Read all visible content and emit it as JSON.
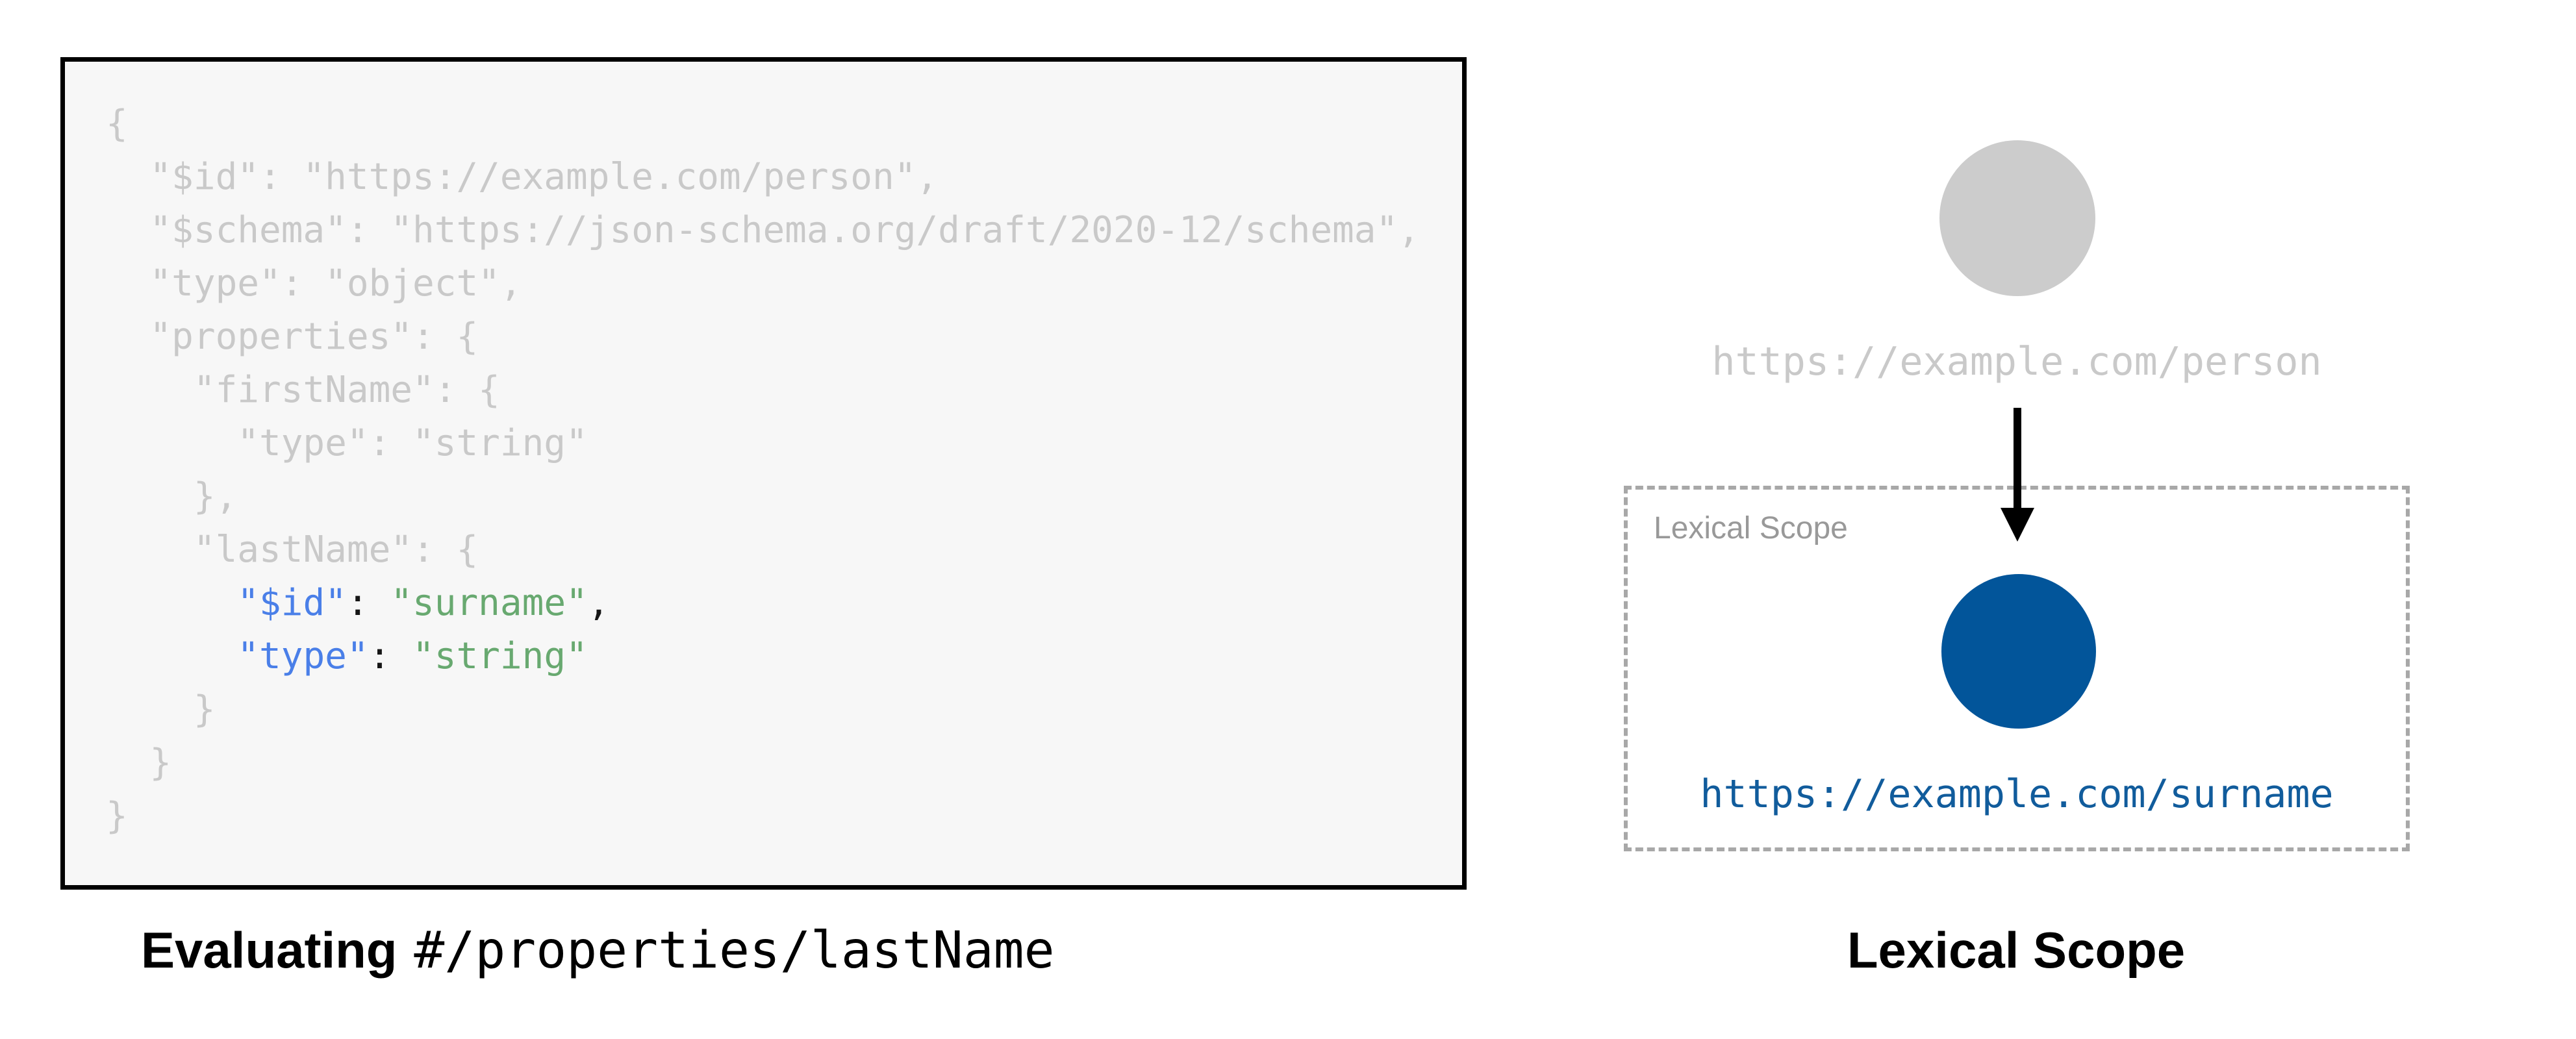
{
  "left_panel": {
    "code_lines": [
      [
        {
          "t": "{",
          "c": "gray"
        }
      ],
      [
        {
          "t": "  \"$id\": \"https://example.com/person\",",
          "c": "gray"
        }
      ],
      [
        {
          "t": "  \"$schema\": \"https://json-schema.org/draft/2020-12/schema\",",
          "c": "gray"
        }
      ],
      [
        {
          "t": "  \"type\": \"object\",",
          "c": "gray"
        }
      ],
      [
        {
          "t": "  \"properties\": {",
          "c": "gray"
        }
      ],
      [
        {
          "t": "    \"firstName\": {",
          "c": "gray"
        }
      ],
      [
        {
          "t": "      \"type\": \"string\"",
          "c": "gray"
        }
      ],
      [
        {
          "t": "    },",
          "c": "gray"
        }
      ],
      [
        {
          "t": "    \"lastName\": {",
          "c": "gray"
        }
      ],
      [
        {
          "t": "      ",
          "c": "gray"
        },
        {
          "t": "\"$id\"",
          "c": "blue"
        },
        {
          "t": ": ",
          "c": "black"
        },
        {
          "t": "\"surname\"",
          "c": "green"
        },
        {
          "t": ",",
          "c": "black"
        }
      ],
      [
        {
          "t": "      ",
          "c": "gray"
        },
        {
          "t": "\"type\"",
          "c": "blue"
        },
        {
          "t": ": ",
          "c": "black"
        },
        {
          "t": "\"string\"",
          "c": "green"
        }
      ],
      [
        {
          "t": "    }",
          "c": "gray"
        }
      ],
      [
        {
          "t": "  }",
          "c": "gray"
        }
      ],
      [
        {
          "t": "}",
          "c": "gray"
        }
      ]
    ],
    "caption_bold": "Evaluating",
    "caption_mono": "#/properties/lastName"
  },
  "right_panel": {
    "outer_node_label": "https://example.com/person",
    "scope_label": "Lexical Scope",
    "inner_node_label": "https://example.com/surname",
    "caption": "Lexical Scope"
  },
  "colors": {
    "code_default": "#c9c9c9",
    "code_key": "#4a7fe8",
    "code_value": "#68a970",
    "code_punctuation": "#161616",
    "code_background": "#f7f7f7",
    "code_border": "#000000",
    "outer_node": "#cccccc",
    "inner_node": "#02559a",
    "inner_url_text": "#115c9c",
    "scope_border": "#a8a8a8",
    "scope_label_text": "#999999"
  }
}
